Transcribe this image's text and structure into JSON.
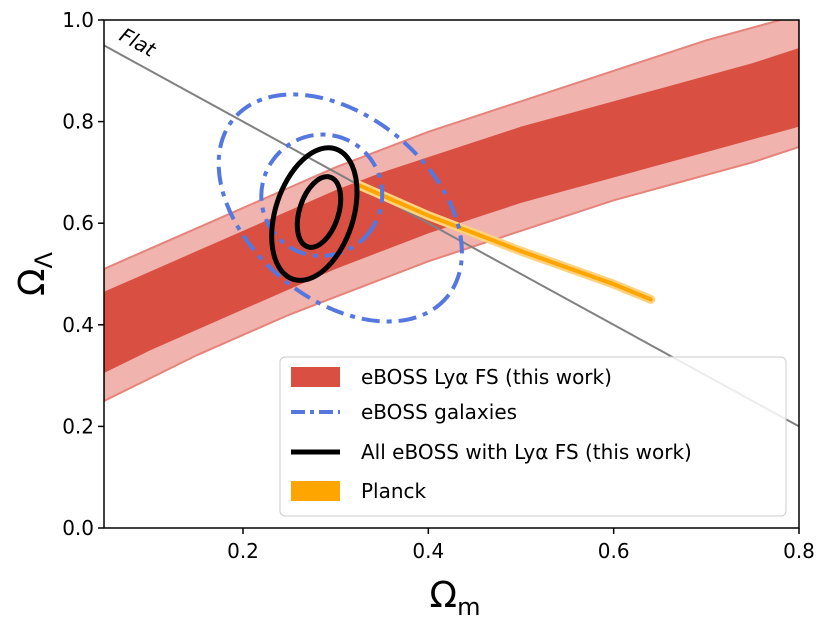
{
  "chart_data": {
    "type": "contour",
    "xlabel": "Ω",
    "xlabel_sub": "m",
    "ylabel": "Ω",
    "ylabel_sub": "Λ",
    "xlim": [
      0.05,
      0.8
    ],
    "ylim": [
      0.0,
      1.0
    ],
    "xticks": [
      "0.2",
      "0.4",
      "0.6",
      "0.8"
    ],
    "xtick_values": [
      0.2,
      0.4,
      0.6,
      0.8
    ],
    "yticks": [
      "0.0",
      "0.2",
      "0.4",
      "0.6",
      "0.8",
      "1.0"
    ],
    "ytick_values": [
      0.0,
      0.2,
      0.4,
      0.6,
      0.8,
      1.0
    ],
    "grid": false,
    "legend_position": "lower-right",
    "flat_line": {
      "label": "Flat",
      "color": "#808080",
      "points": [
        [
          0.05,
          0.95
        ],
        [
          0.8,
          0.2
        ]
      ]
    },
    "series": [
      {
        "name": "eBOSS Lyα FS (this work)",
        "style": "band",
        "color_outer": "#f0b3ae",
        "color_outer_edge": "#e6847b",
        "color_inner": "#d95043",
        "x": [
          0.05,
          0.1,
          0.15,
          0.2,
          0.25,
          0.3,
          0.35,
          0.4,
          0.45,
          0.5,
          0.55,
          0.6,
          0.65,
          0.7,
          0.75,
          0.8
        ],
        "outer_upper": [
          0.51,
          0.55,
          0.59,
          0.63,
          0.67,
          0.71,
          0.745,
          0.78,
          0.81,
          0.84,
          0.87,
          0.9,
          0.93,
          0.96,
          0.985,
          1.01
        ],
        "inner_upper": [
          0.465,
          0.505,
          0.545,
          0.585,
          0.625,
          0.665,
          0.7,
          0.73,
          0.76,
          0.79,
          0.815,
          0.84,
          0.865,
          0.89,
          0.915,
          0.945
        ],
        "inner_lower": [
          0.305,
          0.35,
          0.39,
          0.43,
          0.47,
          0.51,
          0.545,
          0.58,
          0.61,
          0.64,
          0.665,
          0.69,
          0.715,
          0.74,
          0.765,
          0.79
        ],
        "outer_lower": [
          0.25,
          0.295,
          0.34,
          0.38,
          0.42,
          0.455,
          0.49,
          0.525,
          0.555,
          0.585,
          0.615,
          0.645,
          0.67,
          0.695,
          0.72,
          0.75
        ]
      },
      {
        "name": "eBOSS galaxies",
        "style": "dashdot",
        "color": "#5577e0",
        "ellipses": [
          {
            "cx": 0.305,
            "cy": 0.63,
            "rx": 0.15,
            "ry": 0.18,
            "angle": 40
          },
          {
            "cx": 0.285,
            "cy": 0.655,
            "rx": 0.065,
            "ry": 0.12,
            "angle": 35
          }
        ]
      },
      {
        "name": "All eBOSS with Lyα FS (this work)",
        "style": "solid",
        "color": "#000000",
        "ellipses": [
          {
            "cx": 0.277,
            "cy": 0.618,
            "rx": 0.042,
            "ry": 0.135,
            "angle": 18
          },
          {
            "cx": 0.282,
            "cy": 0.622,
            "rx": 0.021,
            "ry": 0.072,
            "angle": 18
          }
        ]
      },
      {
        "name": "Planck",
        "style": "degeneracy",
        "color": "#ffa500",
        "color_light": "#ffd27f",
        "points": [
          [
            0.325,
            0.675
          ],
          [
            0.4,
            0.615
          ],
          [
            0.5,
            0.545
          ],
          [
            0.6,
            0.48
          ],
          [
            0.64,
            0.45
          ]
        ]
      }
    ]
  }
}
